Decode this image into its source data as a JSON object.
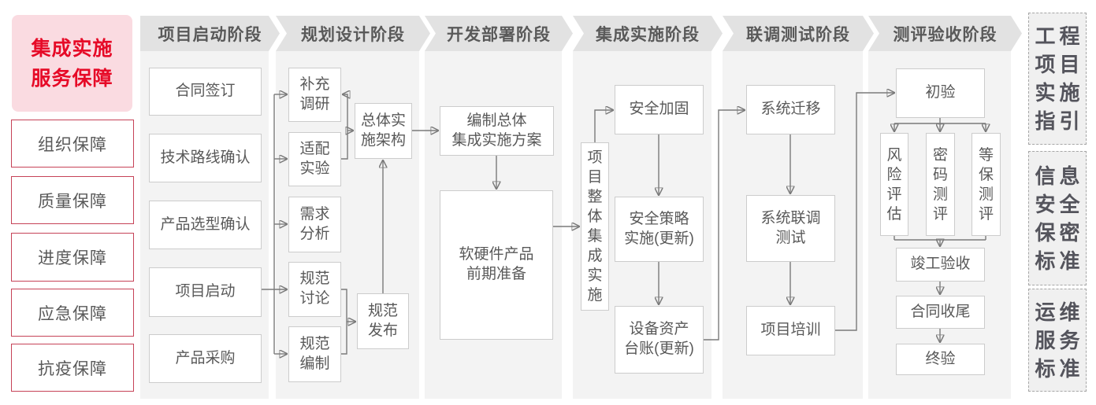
{
  "colors": {
    "accent_red": "#e60a27",
    "accent_red_border": "#c64257",
    "pink_bg": "#fadbe1",
    "header_bg": "#e2e2e2",
    "band_bg": "#f3f3f3",
    "box_border": "#cccccc",
    "text_gray": "#595959",
    "line_gray": "#7a7a7a",
    "sidebar_bg": "#f0f0f0",
    "sidebar_border": "#a6a6a6",
    "sidebar_text": "#54545c"
  },
  "left_panel": {
    "title": "集成实施\n服务保障",
    "items": [
      "组织保障",
      "质量保障",
      "进度保障",
      "应急保障",
      "抗疫保障"
    ]
  },
  "stages": [
    {
      "label": "项目启动阶段",
      "boxes": [
        "合同签订",
        "技术路线确认",
        "产品选型确认",
        "项目启动",
        "产品采购"
      ]
    },
    {
      "label": "规划设计阶段",
      "boxes": [
        "补充\n调研",
        "适配\n实验",
        "需求\n分析",
        "规范\n讨论",
        "规范\n编制",
        "总体实\n施架构",
        "规范\n发布"
      ]
    },
    {
      "label": "开发部署阶段",
      "boxes": [
        "编制总体\n集成实施方案",
        "软硬件产品\n前期准备"
      ]
    },
    {
      "label": "集成实施阶段",
      "boxes": [
        "项目整体集成实施",
        "安全加固",
        "安全策略\n实施(更新)",
        "设备资产\n台账(更新)"
      ]
    },
    {
      "label": "联调测试阶段",
      "boxes": [
        "系统迁移",
        "系统联调\n测试",
        "项目培训"
      ]
    },
    {
      "label": "测评验收阶段",
      "boxes": [
        "初验",
        "风险评估",
        "密码测评",
        "等保测评",
        "竣工验收",
        "合同收尾",
        "终验"
      ]
    }
  ],
  "right_panel": {
    "items": [
      "工程\n项目\n实施\n指引",
      "信息\n安全\n保密\n标准",
      "运维\n服务\n标准"
    ]
  }
}
